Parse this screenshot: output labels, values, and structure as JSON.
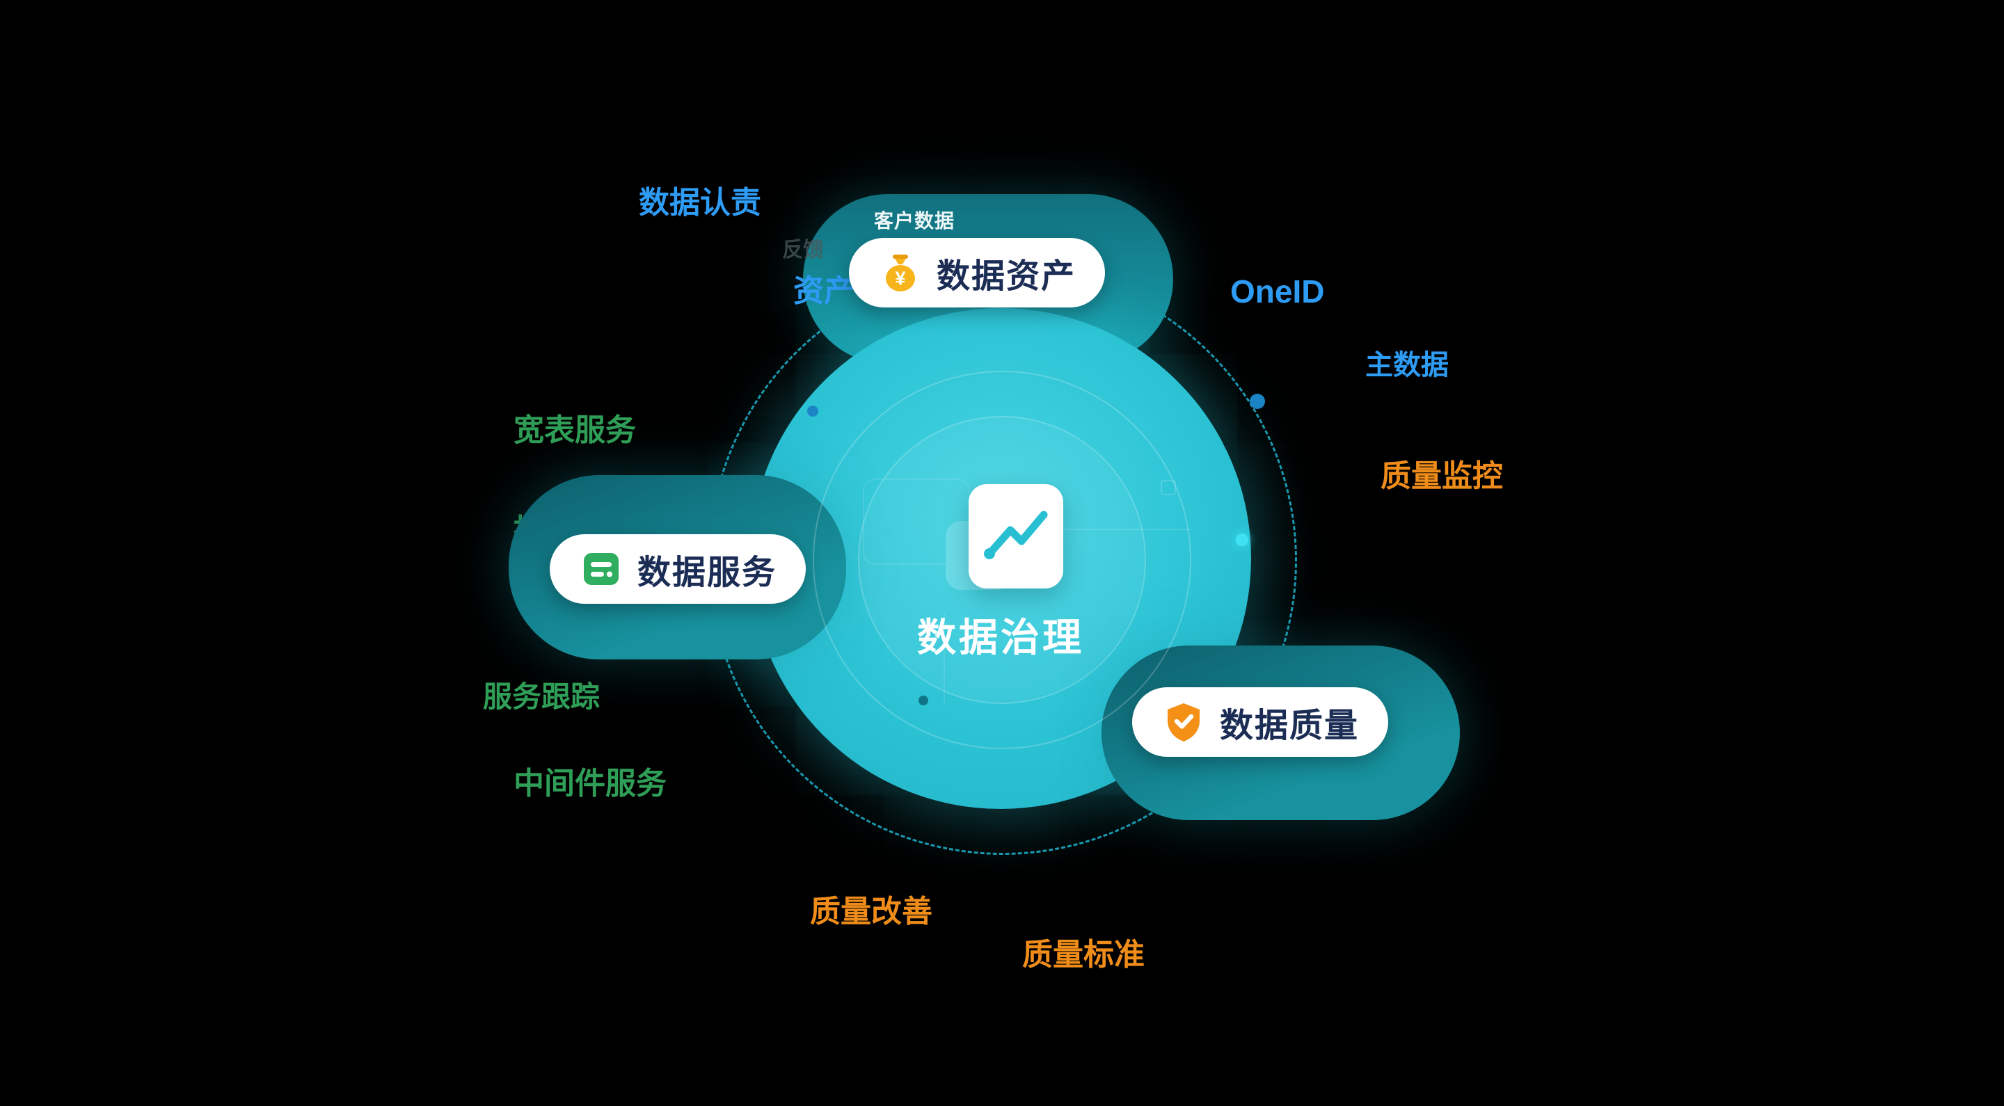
{
  "diagram": {
    "center": {
      "title": "数据治理"
    },
    "pills": {
      "assets": {
        "label": "数据资产",
        "icon": "money-bag-icon"
      },
      "services": {
        "label": "数据服务",
        "icon": "card-stack-icon"
      },
      "quality": {
        "label": "数据质量",
        "icon": "shield-check-icon"
      }
    },
    "labels": {
      "renze": "数据认责",
      "kehu": "客户数据",
      "fankui": "反馈",
      "zichan": "资产",
      "oneid": "OneID",
      "master": "主数据",
      "jiankong": "质量监控",
      "kuanbiao": "宽表服务",
      "zhibiao": "指标服务",
      "genzong": "服务跟踪",
      "zhongjianjian": "中间件服务",
      "gaishan": "质量改善",
      "biaozhun": "质量标准"
    },
    "colors": {
      "background": "#000000",
      "blue_label": "#2e9bf5",
      "green_label": "#2f9e57",
      "orange_label": "#ef8c1a",
      "teal_circle": "#2cc3d5",
      "orbit_dash": "#1fb3cf",
      "pill_text": "#1c2d55",
      "money_bag": "#f7b51b",
      "service_icon": "#2fae5f",
      "shield_icon": "#f39015"
    }
  }
}
